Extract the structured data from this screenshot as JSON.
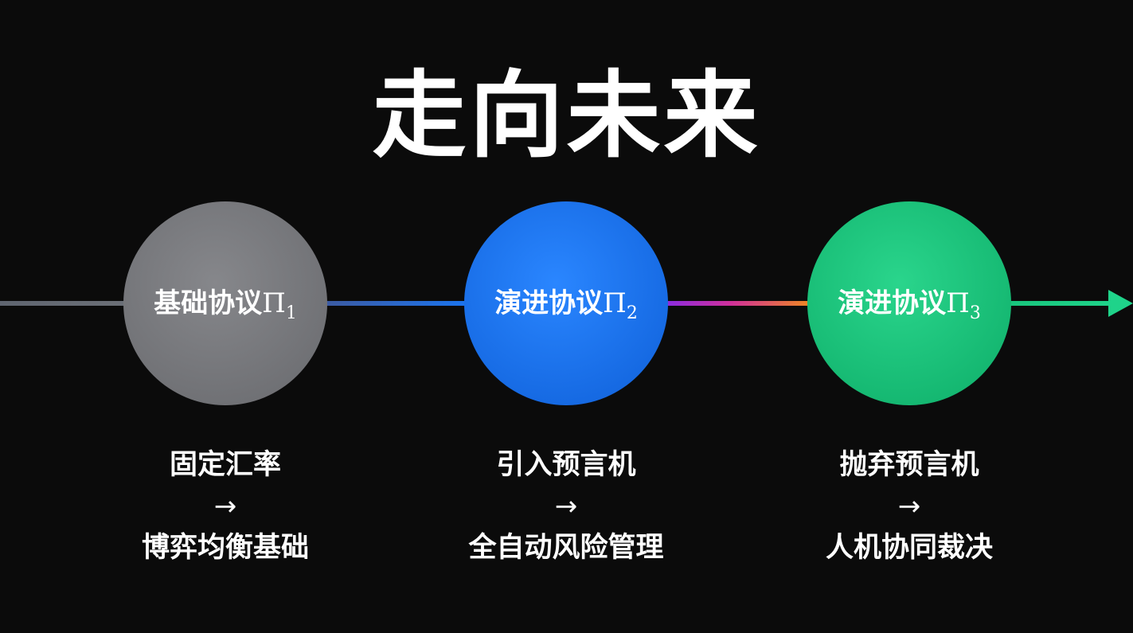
{
  "title": "走向未来",
  "nodes": [
    {
      "label": "基础协议",
      "symbol": "Π",
      "subscript": "1",
      "color": "#7b7c80",
      "from": "固定汇率",
      "arrow": "→",
      "to": "博弈均衡基础"
    },
    {
      "label": "演进协议",
      "symbol": "Π",
      "subscript": "2",
      "color": "#1a74f0",
      "from": "引入预言机",
      "arrow": "→",
      "to": "全自动风险管理"
    },
    {
      "label": "演进协议",
      "symbol": "Π",
      "subscript": "3",
      "color": "#18c57c",
      "from": "抛弃预言机",
      "arrow": "→",
      "to": "人机协同裁决"
    }
  ],
  "colors": {
    "background": "#0b0b0b",
    "line_start": "#5f6570",
    "line_mid": "#1a74f0",
    "line_accent_1": "#a23cf0",
    "line_accent_2": "#f08a1e",
    "line_end": "#18c57c"
  }
}
